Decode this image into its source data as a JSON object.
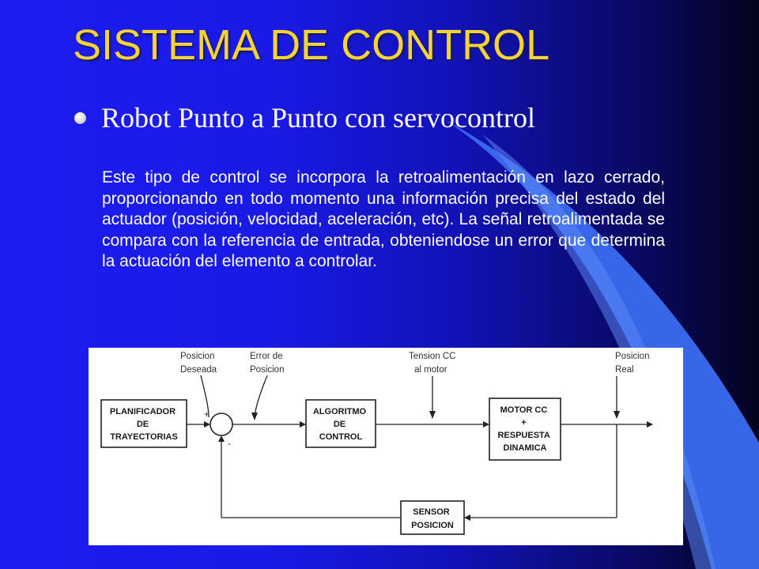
{
  "slide": {
    "title": "SISTEMA DE CONTROL",
    "bullet": "Robot Punto a Punto con servocontrol",
    "body": "Este  tipo de control se incorpora la retroalimentación en lazo cerrado, proporcionando en  todo momento una información precisa del estado del actuador (posición, velocidad, aceleración, etc). La señal retroalimentada se compara con la referencia de entrada, obteniendose un error que determina la actuación del elemento a controlar."
  },
  "diagram": {
    "blocks": {
      "planificador": [
        "PLANIFICADOR",
        "DE",
        "TRAYECTORIAS"
      ],
      "algoritmo": [
        "ALGORITMO",
        "DE",
        "CONTROL"
      ],
      "motor": [
        "MOTOR CC",
        "+",
        "RESPUESTA",
        "DINAMICA"
      ],
      "sensor": [
        "SENSOR",
        "POSICION"
      ]
    },
    "signals": {
      "posicion_deseada": [
        "Posicion",
        "Deseada"
      ],
      "error_posicion": [
        "Error de",
        "Posicion"
      ],
      "tension_cc": [
        "Tension CC",
        "al motor"
      ],
      "posicion_real": [
        "Posicion",
        "Real"
      ]
    },
    "summing": {
      "plus": "+",
      "minus": "-"
    }
  },
  "colors": {
    "title": "#f4d23a",
    "background_left": "#1c1cf2",
    "background_right": "#03031e",
    "swoosh": "#3a6cf0"
  },
  "icons": {
    "bullet": "bullet-dot-icon"
  }
}
